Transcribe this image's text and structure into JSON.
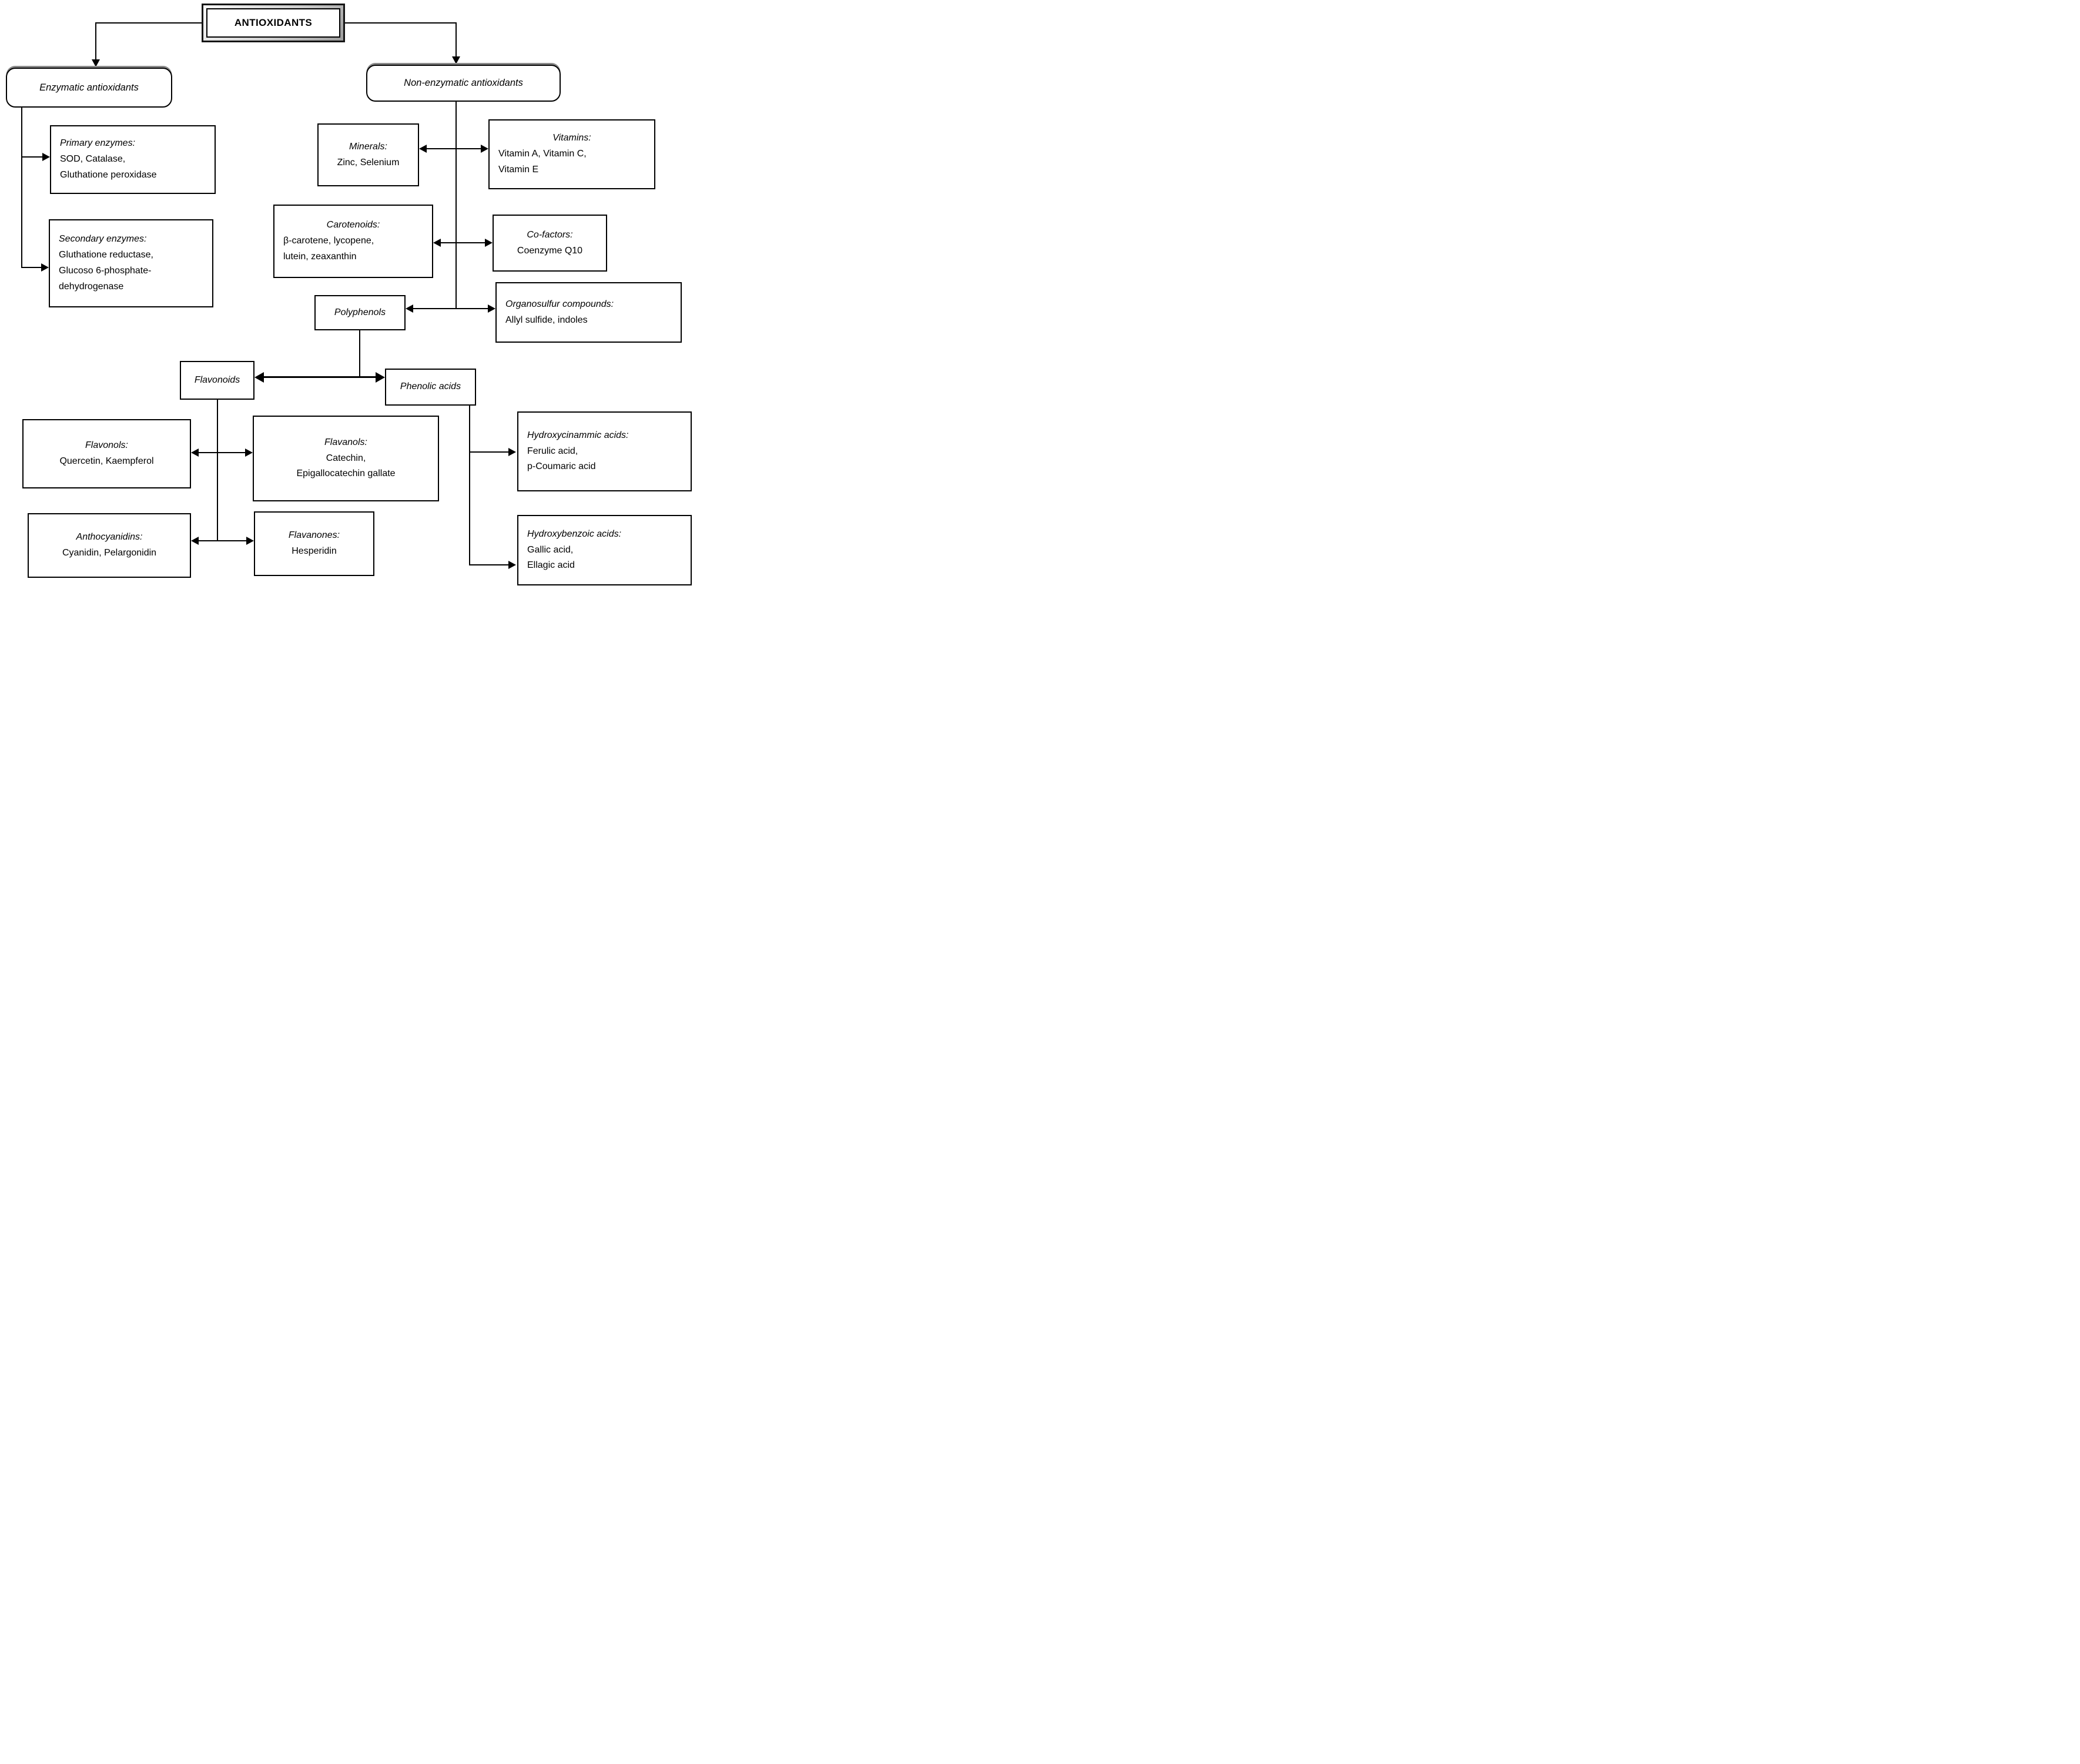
{
  "colors": {
    "line": "#000000",
    "box_border": "#000000",
    "box_fill": "#ffffff",
    "rounded_top_shade": "#8a8a8a",
    "title_bevel_gray": "#9c9c9c"
  },
  "root": {
    "label": "ANTIOXIDANTS"
  },
  "branches": {
    "enzymatic": {
      "label": "Enzymatic antioxidants"
    },
    "non_enzymatic": {
      "label": "Non-enzymatic antioxidants"
    }
  },
  "nodes": {
    "primary_enzymes": {
      "title": "Primary enzymes:",
      "lines": [
        "SOD, Catalase,",
        "Gluthatione peroxidase"
      ]
    },
    "secondary_enzymes": {
      "title": "Secondary enzymes:",
      "lines": [
        "Gluthatione reductase,",
        "Glucoso 6-phosphate-",
        "dehydrogenase"
      ]
    },
    "minerals": {
      "title": "Minerals:",
      "lines": [
        "Zinc, Selenium"
      ]
    },
    "vitamins": {
      "title": "Vitamins:",
      "lines": [
        "Vitamin A, Vitamin C,",
        "Vitamin E"
      ]
    },
    "carotenoids": {
      "title": "Carotenoids:",
      "lines": [
        "β-carotene, lycopene,",
        "lutein, zeaxanthin"
      ]
    },
    "cofactors": {
      "title": "Co-factors:",
      "lines": [
        "Coenzyme Q10"
      ]
    },
    "polyphenols": {
      "title": "Polyphenols"
    },
    "organosulfur": {
      "title": "Organosulfur compounds:",
      "lines": [
        "Allyl sulfide, indoles"
      ]
    },
    "flavonoids": {
      "title": "Flavonoids"
    },
    "phenolic_acids": {
      "title": "Phenolic acids"
    },
    "flavonols": {
      "title": "Flavonols:",
      "lines": [
        "Quercetin, Kaempferol"
      ]
    },
    "flavanols": {
      "title": "Flavanols:",
      "lines": [
        "Catechin,",
        "Epigallocatechin gallate"
      ]
    },
    "anthocyanidins": {
      "title": "Anthocyanidins:",
      "lines": [
        "Cyanidin, Pelargonidin"
      ]
    },
    "flavanones": {
      "title": "Flavanones:",
      "lines": [
        "Hesperidin"
      ]
    },
    "hydroxycinammic": {
      "title": "Hydroxycinammic acids:",
      "lines": [
        "Ferulic acid,",
        "p-Coumaric acid"
      ]
    },
    "hydroxybenzoic": {
      "title": "Hydroxybenzoic acids:",
      "lines": [
        "Gallic acid,",
        "Ellagic acid"
      ]
    }
  }
}
